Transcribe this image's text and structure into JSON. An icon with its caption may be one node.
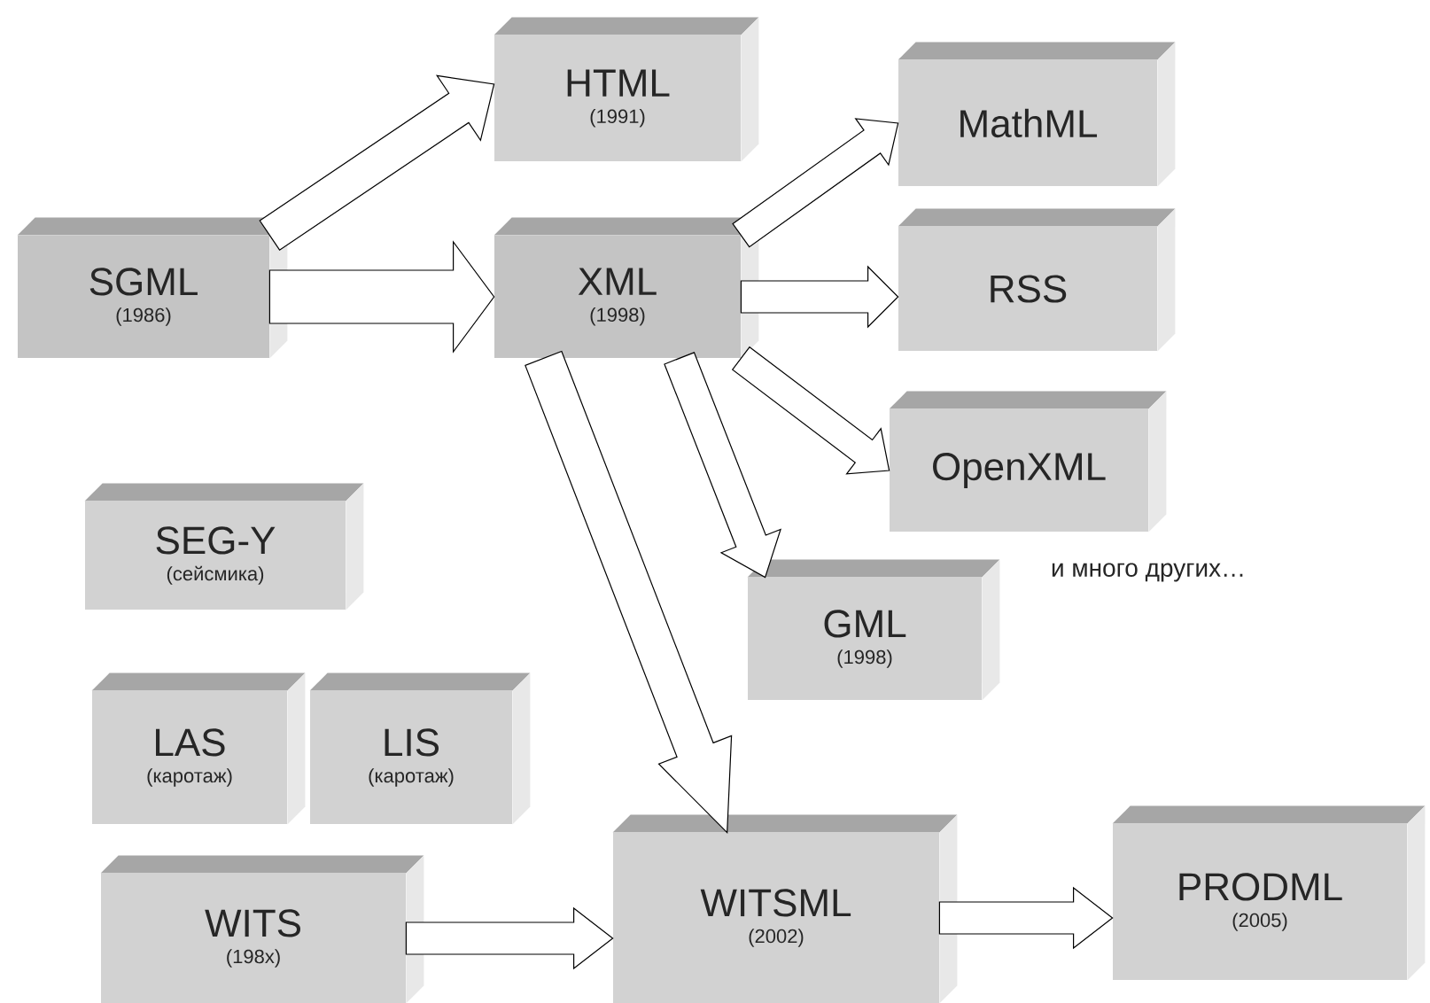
{
  "diagram": {
    "nodes": [
      {
        "text": [
          "SGML",
          "(1986)"
        ]
      },
      {
        "text": [
          "HTML",
          "(1991)"
        ]
      },
      {
        "text": [
          "XML",
          "(1998)"
        ]
      },
      {
        "text": [
          "MathML"
        ]
      },
      {
        "text": [
          "RSS"
        ]
      },
      {
        "text": [
          "OpenXML"
        ]
      },
      {
        "text": [
          "SEG-Y",
          "(сейсмика)"
        ]
      },
      {
        "text": [
          "GML",
          "(1998)"
        ]
      },
      {
        "text": [
          "LAS",
          "(каротаж)"
        ]
      },
      {
        "text": [
          "LIS",
          "(каротаж)"
        ]
      },
      {
        "text": [
          "WITS",
          "(198x)"
        ]
      },
      {
        "text": [
          "WITSML",
          "(2002)"
        ]
      },
      {
        "text": [
          "PRODML",
          "(2005)"
        ]
      }
    ],
    "edges": [
      {
        "from": 0,
        "to": 1,
        "arrow": "to"
      },
      {
        "from": 0,
        "to": 2,
        "arrow": "to"
      },
      {
        "from": 2,
        "to": 3,
        "arrow": "to"
      },
      {
        "from": 2,
        "to": 4,
        "arrow": "to"
      },
      {
        "from": 2,
        "to": 5,
        "arrow": "to"
      },
      {
        "from": 2,
        "to": 7,
        "arrow": "to"
      },
      {
        "from": 2,
        "to": 11,
        "arrow": "to"
      },
      {
        "from": 10,
        "to": 11,
        "arrow": "to"
      },
      {
        "from": 11,
        "to": 12,
        "arrow": "to"
      }
    ],
    "labels": [
      "и много других…"
    ]
  }
}
